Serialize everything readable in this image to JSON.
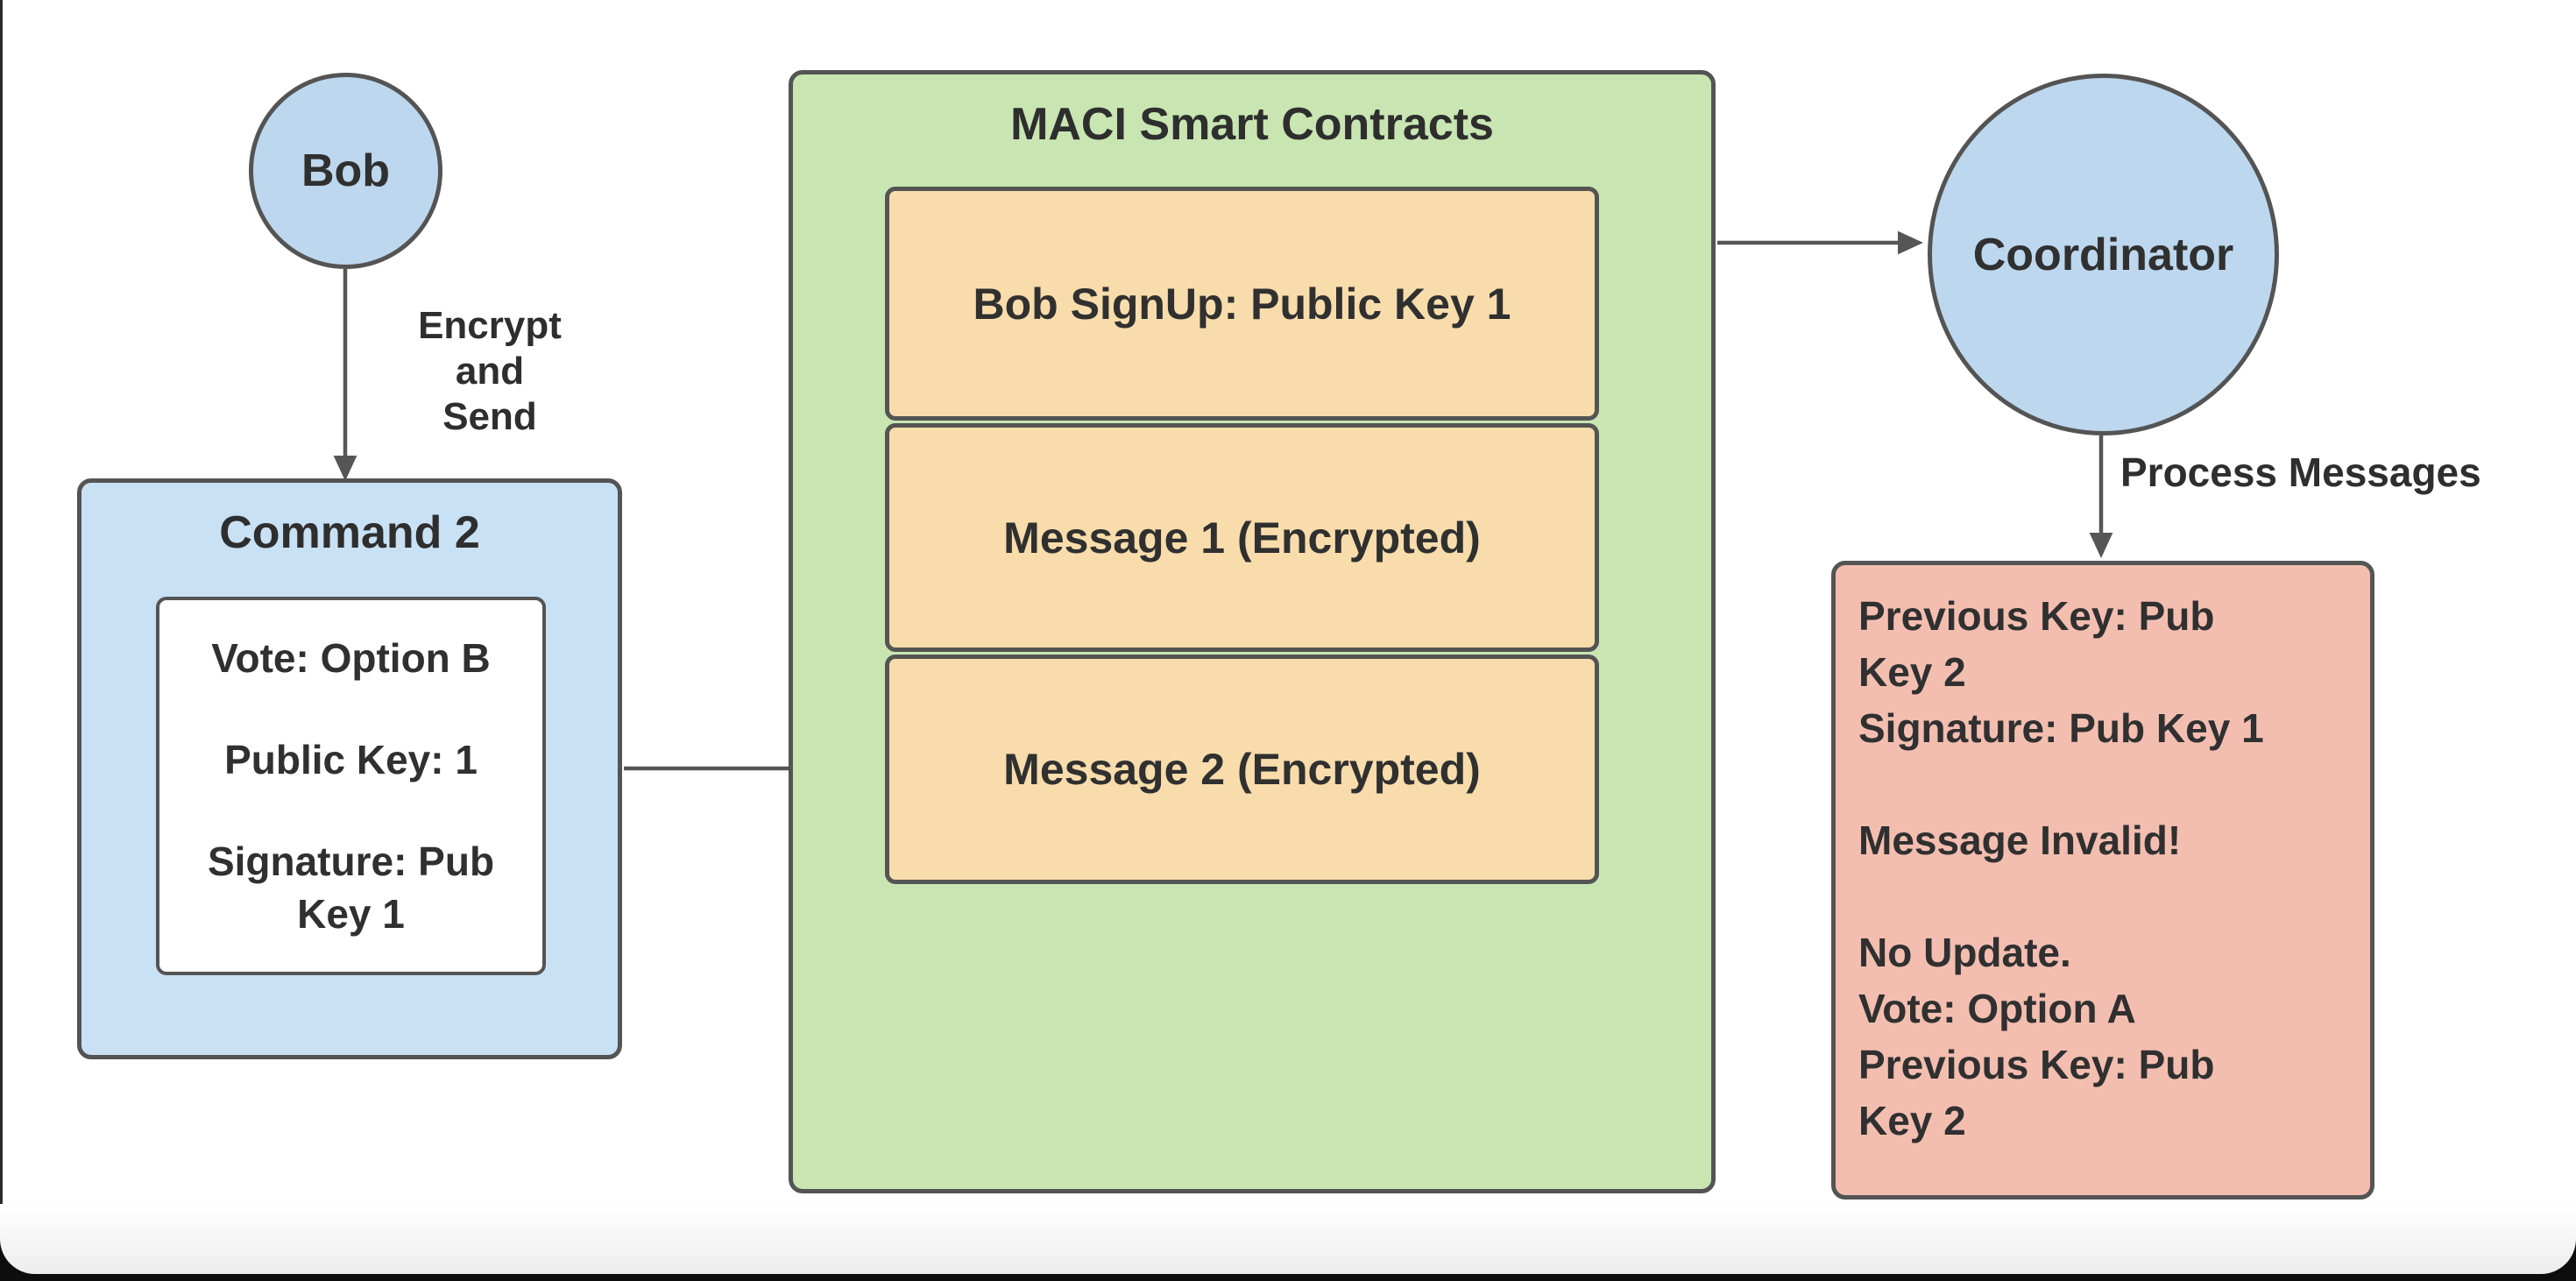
{
  "diagram": {
    "bob": {
      "label": "Bob"
    },
    "edge_encrypt_send": {
      "lines": [
        "Encrypt and",
        "Send"
      ]
    },
    "command_box": {
      "title": "Command 2",
      "fields": [
        "Vote: Option B",
        "Public Key: 1",
        "Signature: Pub Key 1"
      ]
    },
    "contracts_box": {
      "title": "MACI Smart Contracts",
      "entries": [
        "Bob SignUp: Public Key 1",
        "Message 1 (Encrypted)",
        "Message 2 (Encrypted)"
      ]
    },
    "coordinator": {
      "label": "Coordinator"
    },
    "edge_process": {
      "label": "Process Messages"
    },
    "result_box": {
      "lines": [
        "Previous Key: Pub",
        "Key 2",
        "Signature: Pub Key 1",
        "",
        "Message Invalid!",
        "",
        "No Update.",
        "Vote: Option A",
        "Previous Key: Pub",
        "Key 2"
      ]
    }
  },
  "colors": {
    "circle_blue": "#bdd7ee",
    "command_blue": "#c9e1f4",
    "container_green": "#c9e6b2",
    "entry_orange": "#f8dcab",
    "result_salmon": "#f3beb0",
    "stroke_dark": "#545454",
    "text_dark": "#303030"
  }
}
